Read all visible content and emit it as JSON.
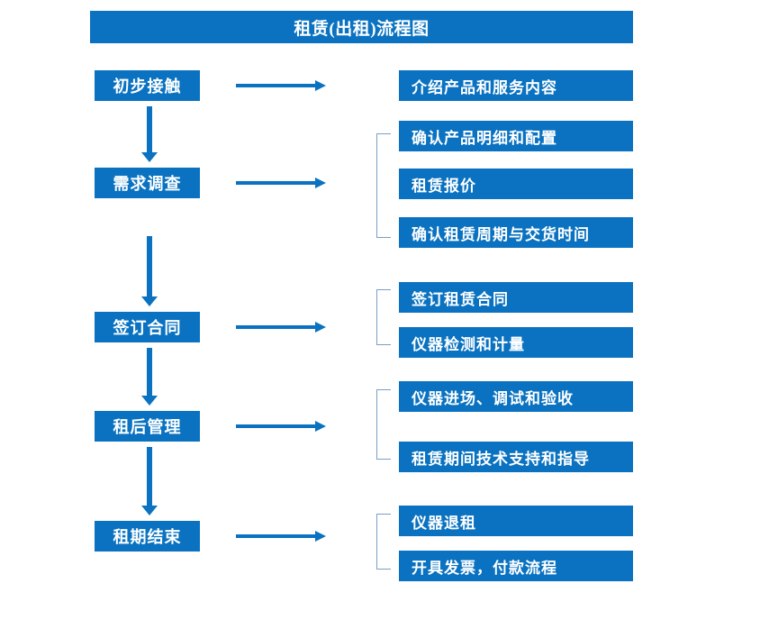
{
  "chart_data": {
    "type": "diagram",
    "title": "租赁(出租)流程图",
    "diagram_kind": "flowchart",
    "stages": [
      {
        "label": "初步接触",
        "details": [
          "介绍产品和服务内容"
        ],
        "bracketed": false
      },
      {
        "label": "需求调查",
        "details": [
          "确认产品明细和配置",
          "租赁报价",
          "确认租赁周期与交货时间"
        ],
        "bracketed": true
      },
      {
        "label": "签订合同",
        "details": [
          "签订租赁合同",
          "仪器检测和计量"
        ],
        "bracketed": true
      },
      {
        "label": "租后管理",
        "details": [
          "仪器进场、调试和验收",
          "租赁期间技术支持和指导"
        ],
        "bracketed": true
      },
      {
        "label": "租期结束",
        "details": [
          "仪器退租",
          "开具发票，付款流程"
        ],
        "bracketed": true
      }
    ]
  },
  "header": {
    "title": "租赁(出租)流程图"
  },
  "colors": {
    "box_blue": "#0a72c0",
    "arrow_blue": "#0a72c0",
    "bracket_gray_blue": "#7a9fc4",
    "box_text": "#ffffff",
    "background": "#ffffff"
  },
  "stages": [
    {
      "label": "初步接触"
    },
    {
      "label": "需求调查"
    },
    {
      "label": "签订合同"
    },
    {
      "label": "租后管理"
    },
    {
      "label": "租期结束"
    }
  ],
  "details": [
    {
      "label": "介绍产品和服务内容"
    },
    {
      "label": "确认产品明细和配置"
    },
    {
      "label": "租赁报价"
    },
    {
      "label": "确认租赁周期与交货时间"
    },
    {
      "label": "签订租赁合同"
    },
    {
      "label": "仪器检测和计量"
    },
    {
      "label": "仪器进场、调试和验收"
    },
    {
      "label": "租赁期间技术支持和指导"
    },
    {
      "label": "仪器退租"
    },
    {
      "label": "开具发票，付款流程"
    }
  ]
}
